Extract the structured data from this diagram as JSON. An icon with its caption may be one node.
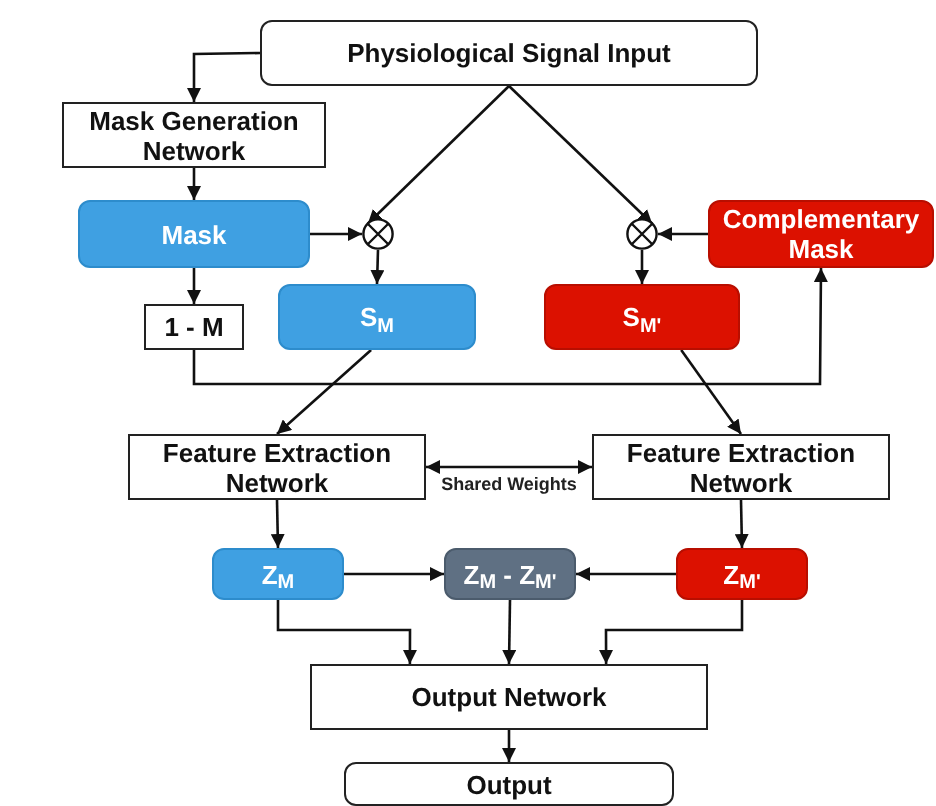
{
  "diagram": {
    "nodes": [
      {
        "text": [
          "Physiological Signal Input"
        ]
      },
      {
        "text": [
          "Mask Generation Network"
        ]
      },
      {
        "text": [
          "Mask"
        ]
      },
      {
        "text": [],
        "shape": "circle"
      },
      {
        "text": [],
        "shape": "circle"
      },
      {
        "text": [
          "Complementary Mask"
        ]
      },
      {
        "text": [
          "1 - M"
        ]
      },
      {
        "text": [
          "S$_{M}$"
        ]
      },
      {
        "text": [
          "S$_{M'}$"
        ]
      },
      {
        "text": [
          "Feature Extraction Network"
        ]
      },
      {
        "text": [
          "Feature Extraction Network"
        ]
      },
      {
        "text": [
          "Z$_{M}$"
        ]
      },
      {
        "text": [
          "Z$_{M}$ - Z$_{M'}$"
        ]
      },
      {
        "text": [
          "Z$_{M'}$"
        ]
      },
      {
        "text": [
          "Output Network"
        ]
      },
      {
        "text": [
          "Output"
        ]
      }
    ],
    "edges": [
      {
        "from": 0,
        "to": 1,
        "arrow": "to"
      },
      {
        "from": 0,
        "to": 3,
        "arrow": "to"
      },
      {
        "from": 0,
        "to": 4,
        "arrow": "to"
      },
      {
        "from": 1,
        "to": 2,
        "arrow": "to"
      },
      {
        "from": 2,
        "to": 3,
        "arrow": "to"
      },
      {
        "from": 5,
        "to": 4,
        "arrow": "to"
      },
      {
        "from": 3,
        "to": 7,
        "arrow": "to"
      },
      {
        "from": 4,
        "to": 8,
        "arrow": "to"
      },
      {
        "from": 2,
        "to": 6,
        "arrow": "to"
      },
      {
        "from": 6,
        "to": 5,
        "arrow": "to"
      },
      {
        "from": 7,
        "to": 9,
        "arrow": "to"
      },
      {
        "from": 8,
        "to": 10,
        "arrow": "to"
      },
      {
        "from": 9,
        "to": 10,
        "arrow": "both",
        "label": "Shared Weights"
      },
      {
        "from": 9,
        "to": 11,
        "arrow": "to"
      },
      {
        "from": 10,
        "to": 13,
        "arrow": "to"
      },
      {
        "from": 11,
        "to": 12,
        "arrow": "to"
      },
      {
        "from": 13,
        "to": 12,
        "arrow": "to"
      },
      {
        "from": 11,
        "to": 14,
        "arrow": "to"
      },
      {
        "from": 12,
        "to": 14,
        "arrow": "to"
      },
      {
        "from": 13,
        "to": 14,
        "arrow": "to"
      },
      {
        "from": 14,
        "to": 15,
        "arrow": "to"
      }
    ]
  }
}
